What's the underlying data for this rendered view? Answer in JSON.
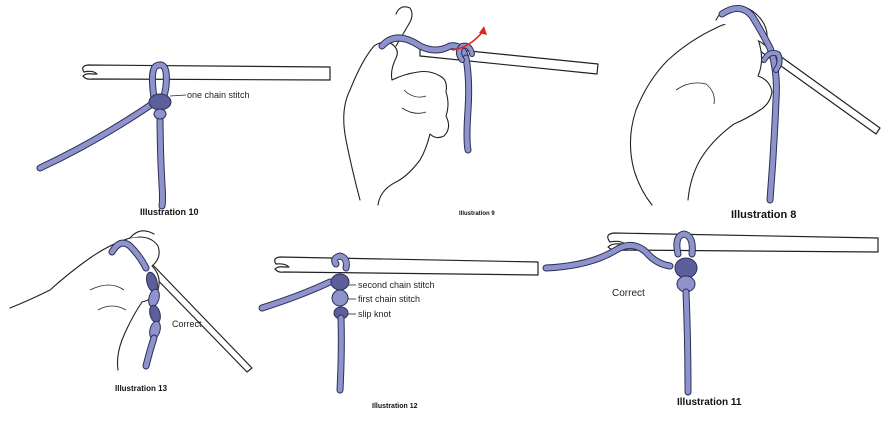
{
  "colors": {
    "yarn_fill": "#8e93cc",
    "yarn_dark": "#5c5f9c",
    "yarn_outline": "#2d2f55",
    "arrow": "#e0261b",
    "line": "#222222"
  },
  "illustrations": [
    {
      "id": "10",
      "caption": "Illustration 10",
      "labels": [
        "one chain stitch"
      ]
    },
    {
      "id": "9",
      "caption": "Illustration 9",
      "labels": []
    },
    {
      "id": "8",
      "caption": "Illustration 8",
      "labels": []
    },
    {
      "id": "13",
      "caption": "Illustration 13",
      "labels": [
        "Correct"
      ]
    },
    {
      "id": "12",
      "caption": "Illustration 12",
      "labels": [
        "second chain stitch",
        "first chain stitch",
        "slip knot"
      ]
    },
    {
      "id": "11",
      "caption": "Illustration 11",
      "labels": [
        "Correct"
      ]
    }
  ]
}
